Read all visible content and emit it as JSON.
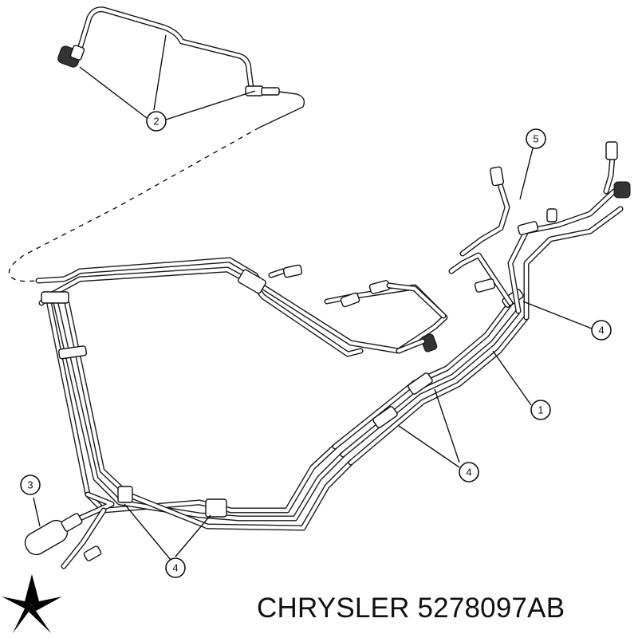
{
  "callouts": [
    {
      "label": "1"
    },
    {
      "label": "2"
    },
    {
      "label": "3"
    },
    {
      "label": "4"
    },
    {
      "label": "4"
    },
    {
      "label": "4"
    },
    {
      "label": "5"
    }
  ],
  "caption": {
    "text": "CHRYSLER 5278097AB"
  },
  "logo": {
    "icon": "pentastar-icon",
    "color": "#000000"
  }
}
